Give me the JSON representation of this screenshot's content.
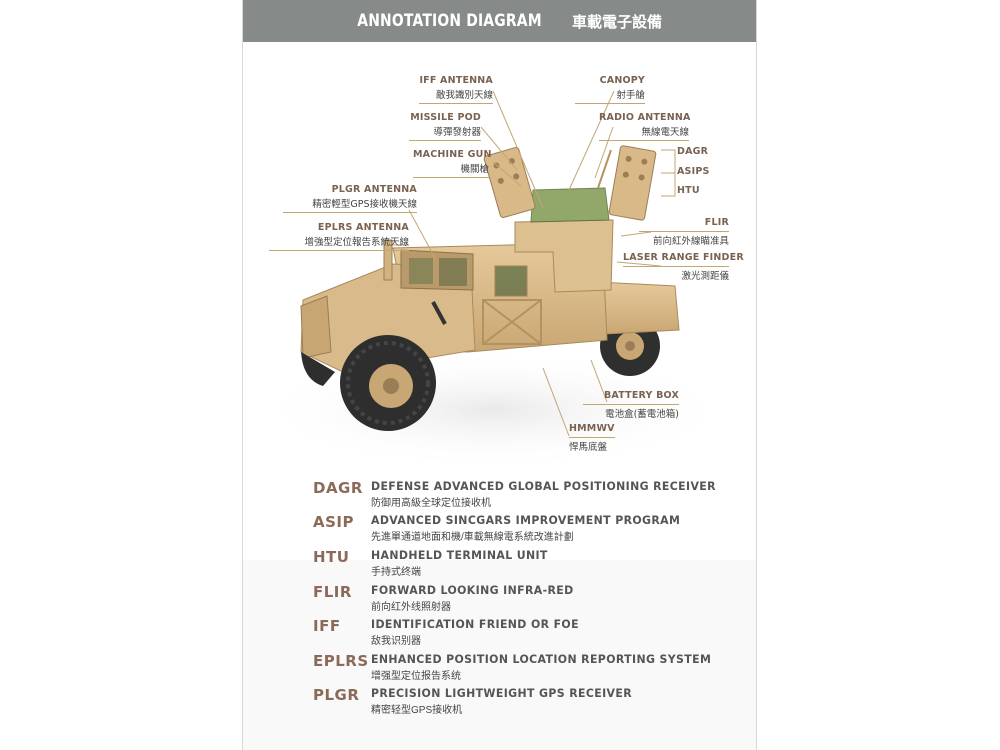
{
  "header": {
    "title_en": "ANNOTATION DIAGRAM",
    "title_zh": "車載電子設備"
  },
  "labels": {
    "iff_antenna": {
      "en": "IFF ANTENNA",
      "zh": "敵我識別天線"
    },
    "canopy": {
      "en": "CANOPY",
      "zh": "射手艙"
    },
    "missile_pod": {
      "en": "MISSILE POD",
      "zh": "導彈發射器"
    },
    "radio_antenna": {
      "en": "RADIO ANTENNA",
      "zh": "無線電天線"
    },
    "machine_gun": {
      "en": "MACHINE GUN",
      "zh": "機關槍"
    },
    "dagr": {
      "en": "DAGR"
    },
    "asips": {
      "en": "ASIPS"
    },
    "htu": {
      "en": "HTU"
    },
    "plgr_antenna": {
      "en": "PLGR ANTENNA",
      "zh": "精密輕型GPS接收機天線"
    },
    "eplrs_antenna": {
      "en": "EPLRS ANTENNA",
      "zh": "增強型定位報告系統天線"
    },
    "flir": {
      "en": "FLIR",
      "zh": "前向紅外線瞄准具"
    },
    "laser_range_finder": {
      "en": "LASER RANGE FINDER",
      "zh": "激光測距儀"
    },
    "battery_box": {
      "en": "BATTERY BOX",
      "zh": "電池盒(蓄電池箱)"
    },
    "hmmwv": {
      "en": "HMMWV",
      "zh": "悍馬底盤"
    }
  },
  "glossary": [
    {
      "abbr": "DAGR",
      "full": "DEFENSE ADVANCED GLOBAL POSITIONING RECEIVER",
      "zh": "防御用高級全球定位接收机"
    },
    {
      "abbr": "ASIP",
      "full": "ADVANCED SINCGARS IMPROVEMENT PROGRAM",
      "zh": "先進單通道地面和機/車載無線電系統改進計劃"
    },
    {
      "abbr": "HTU",
      "full": "HANDHELD TERMINAL UNIT",
      "zh": "手持式终端"
    },
    {
      "abbr": "FLIR",
      "full": "FORWARD LOOKING INFRA-RED",
      "zh": "前向红外线照射器"
    },
    {
      "abbr": "IFF",
      "full": "IDENTIFICATION FRIEND OR FOE",
      "zh": "敌我识别器"
    },
    {
      "abbr": "EPLRS",
      "full": "ENHANCED POSITION LOCATION REPORTING SYSTEM",
      "zh": "增强型定位报告系统"
    },
    {
      "abbr": "PLGR",
      "full": "PRECISION LIGHTWEIGHT GPS RECEIVER",
      "zh": "精密轻型GPS接收机"
    }
  ],
  "colors": {
    "header_bg": "#868a88",
    "vehicle_tan": "#d8b987",
    "abbr_color": "#8b6a5a",
    "leader_line": "#c4a574"
  }
}
